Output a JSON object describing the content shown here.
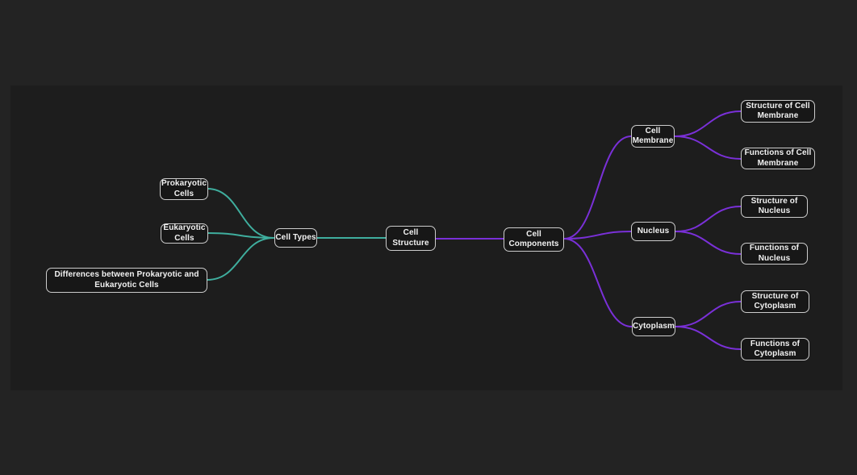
{
  "canvas": {
    "background_outer": "#232323",
    "background_panel": "#1d1d1d",
    "node_border_color": "#cccccc",
    "node_text_color": "#f2f2f2",
    "node_fill_color": "#171717",
    "edge_color_left": "#3fae9e",
    "edge_color_right": "#7a30d8"
  },
  "mindmap": {
    "root": "Cell Structure",
    "hierarchy": {
      "Cell Structure": {
        "Cell Types": [
          "Prokaryotic Cells",
          "Eukaryotic Cells",
          "Differences between Prokaryotic and Eukaryotic Cells"
        ],
        "Cell Components": {
          "Cell Membrane": [
            "Structure of Cell Membrane",
            "Functions of Cell Membrane"
          ],
          "Nucleus": [
            "Structure of Nucleus",
            "Functions of Nucleus"
          ],
          "Cytoplasm": [
            "Structure of Cytoplasm",
            "Functions of Cytoplasm"
          ]
        }
      }
    },
    "nodes": [
      {
        "id": "prokaryotic-cells",
        "lines": [
          "Prokaryotic",
          "Cells"
        ]
      },
      {
        "id": "eukaryotic-cells",
        "lines": [
          "Eukaryotic",
          "Cells"
        ]
      },
      {
        "id": "differences-prokaryotic-eukaryotic",
        "lines": [
          "Differences between Prokaryotic and",
          "Eukaryotic Cells"
        ]
      },
      {
        "id": "cell-types",
        "lines": [
          "Cell Types"
        ]
      },
      {
        "id": "cell-structure",
        "lines": [
          "Cell",
          "Structure"
        ]
      },
      {
        "id": "cell-components",
        "lines": [
          "Cell",
          "Components"
        ]
      },
      {
        "id": "cell-membrane",
        "lines": [
          "Cell",
          "Membrane"
        ]
      },
      {
        "id": "structure-of-cell-membrane",
        "lines": [
          "Structure of Cell",
          "Membrane"
        ]
      },
      {
        "id": "functions-of-cell-membrane",
        "lines": [
          "Functions of Cell",
          "Membrane"
        ]
      },
      {
        "id": "nucleus",
        "lines": [
          "Nucleus"
        ]
      },
      {
        "id": "structure-of-nucleus",
        "lines": [
          "Structure of",
          "Nucleus"
        ]
      },
      {
        "id": "functions-of-nucleus",
        "lines": [
          "Functions of",
          "Nucleus"
        ]
      },
      {
        "id": "cytoplasm",
        "lines": [
          "Cytoplasm"
        ]
      },
      {
        "id": "structure-of-cytoplasm",
        "lines": [
          "Structure of",
          "Cytoplasm"
        ]
      },
      {
        "id": "functions-of-cytoplasm",
        "lines": [
          "Functions of",
          "Cytoplasm"
        ]
      }
    ]
  }
}
